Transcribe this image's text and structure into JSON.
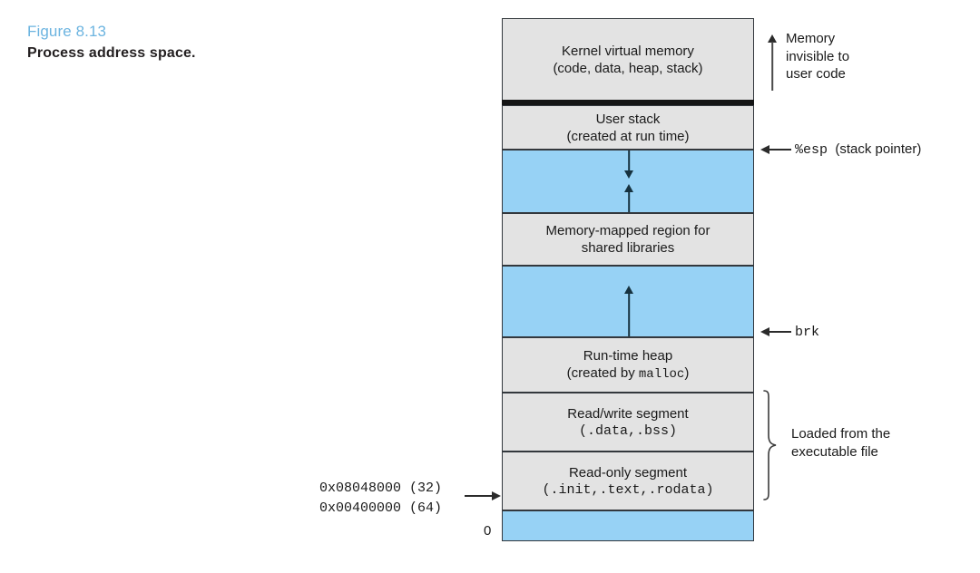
{
  "caption": {
    "figure_number": "Figure 8.13",
    "title": "Process address space.",
    "number_color": "#6cb4e0"
  },
  "colors": {
    "mapped_region": "#e3e3e3",
    "unmapped_gap": "#97d2f5",
    "border": "#33383d",
    "kernel_divider": "#151515"
  },
  "diagram": {
    "bands": [
      {
        "id": "kernel",
        "line1": "Kernel virtual memory",
        "line2": "(code, data, heap, stack)",
        "fill": "gray"
      },
      {
        "id": "user-stack",
        "line1": "User stack",
        "line2": "(created at run time)",
        "fill": "gray"
      },
      {
        "id": "stack-gap",
        "line1": "",
        "line2": "",
        "fill": "blue"
      },
      {
        "id": "mmap",
        "line1": "Memory-mapped region for",
        "line2": "shared libraries",
        "fill": "gray"
      },
      {
        "id": "heap-gap",
        "line1": "",
        "line2": "",
        "fill": "blue"
      },
      {
        "id": "heap",
        "line1": "Run-time heap",
        "line2_pre": "(created by ",
        "line2_mono": "malloc",
        "line2_post": ")",
        "fill": "gray"
      },
      {
        "id": "rw-segment",
        "line1": "Read/write segment",
        "line2_mono": "(.data,.bss)",
        "fill": "gray"
      },
      {
        "id": "ro-segment",
        "line1": "Read-only segment",
        "line2_mono": "(.init,.text,.rodata)",
        "fill": "gray"
      },
      {
        "id": "low-unmapped",
        "line1": "",
        "line2": "",
        "fill": "blue"
      }
    ]
  },
  "annotations": {
    "memory_invisible": "Memory\ninvisible to\nuser code",
    "memory_invisible_lines": [
      "Memory",
      "invisible to",
      "user code"
    ],
    "esp_symbol": "%esp",
    "esp_description": "(stack pointer)",
    "brk_symbol": "brk",
    "loaded_lines": [
      "Loaded from the",
      "executable file"
    ]
  },
  "addresses": {
    "line1_value": "0x08048000",
    "line1_bits": "(32)",
    "line2_value": "0x00400000",
    "line2_bits": "(64)",
    "zero": "0"
  }
}
